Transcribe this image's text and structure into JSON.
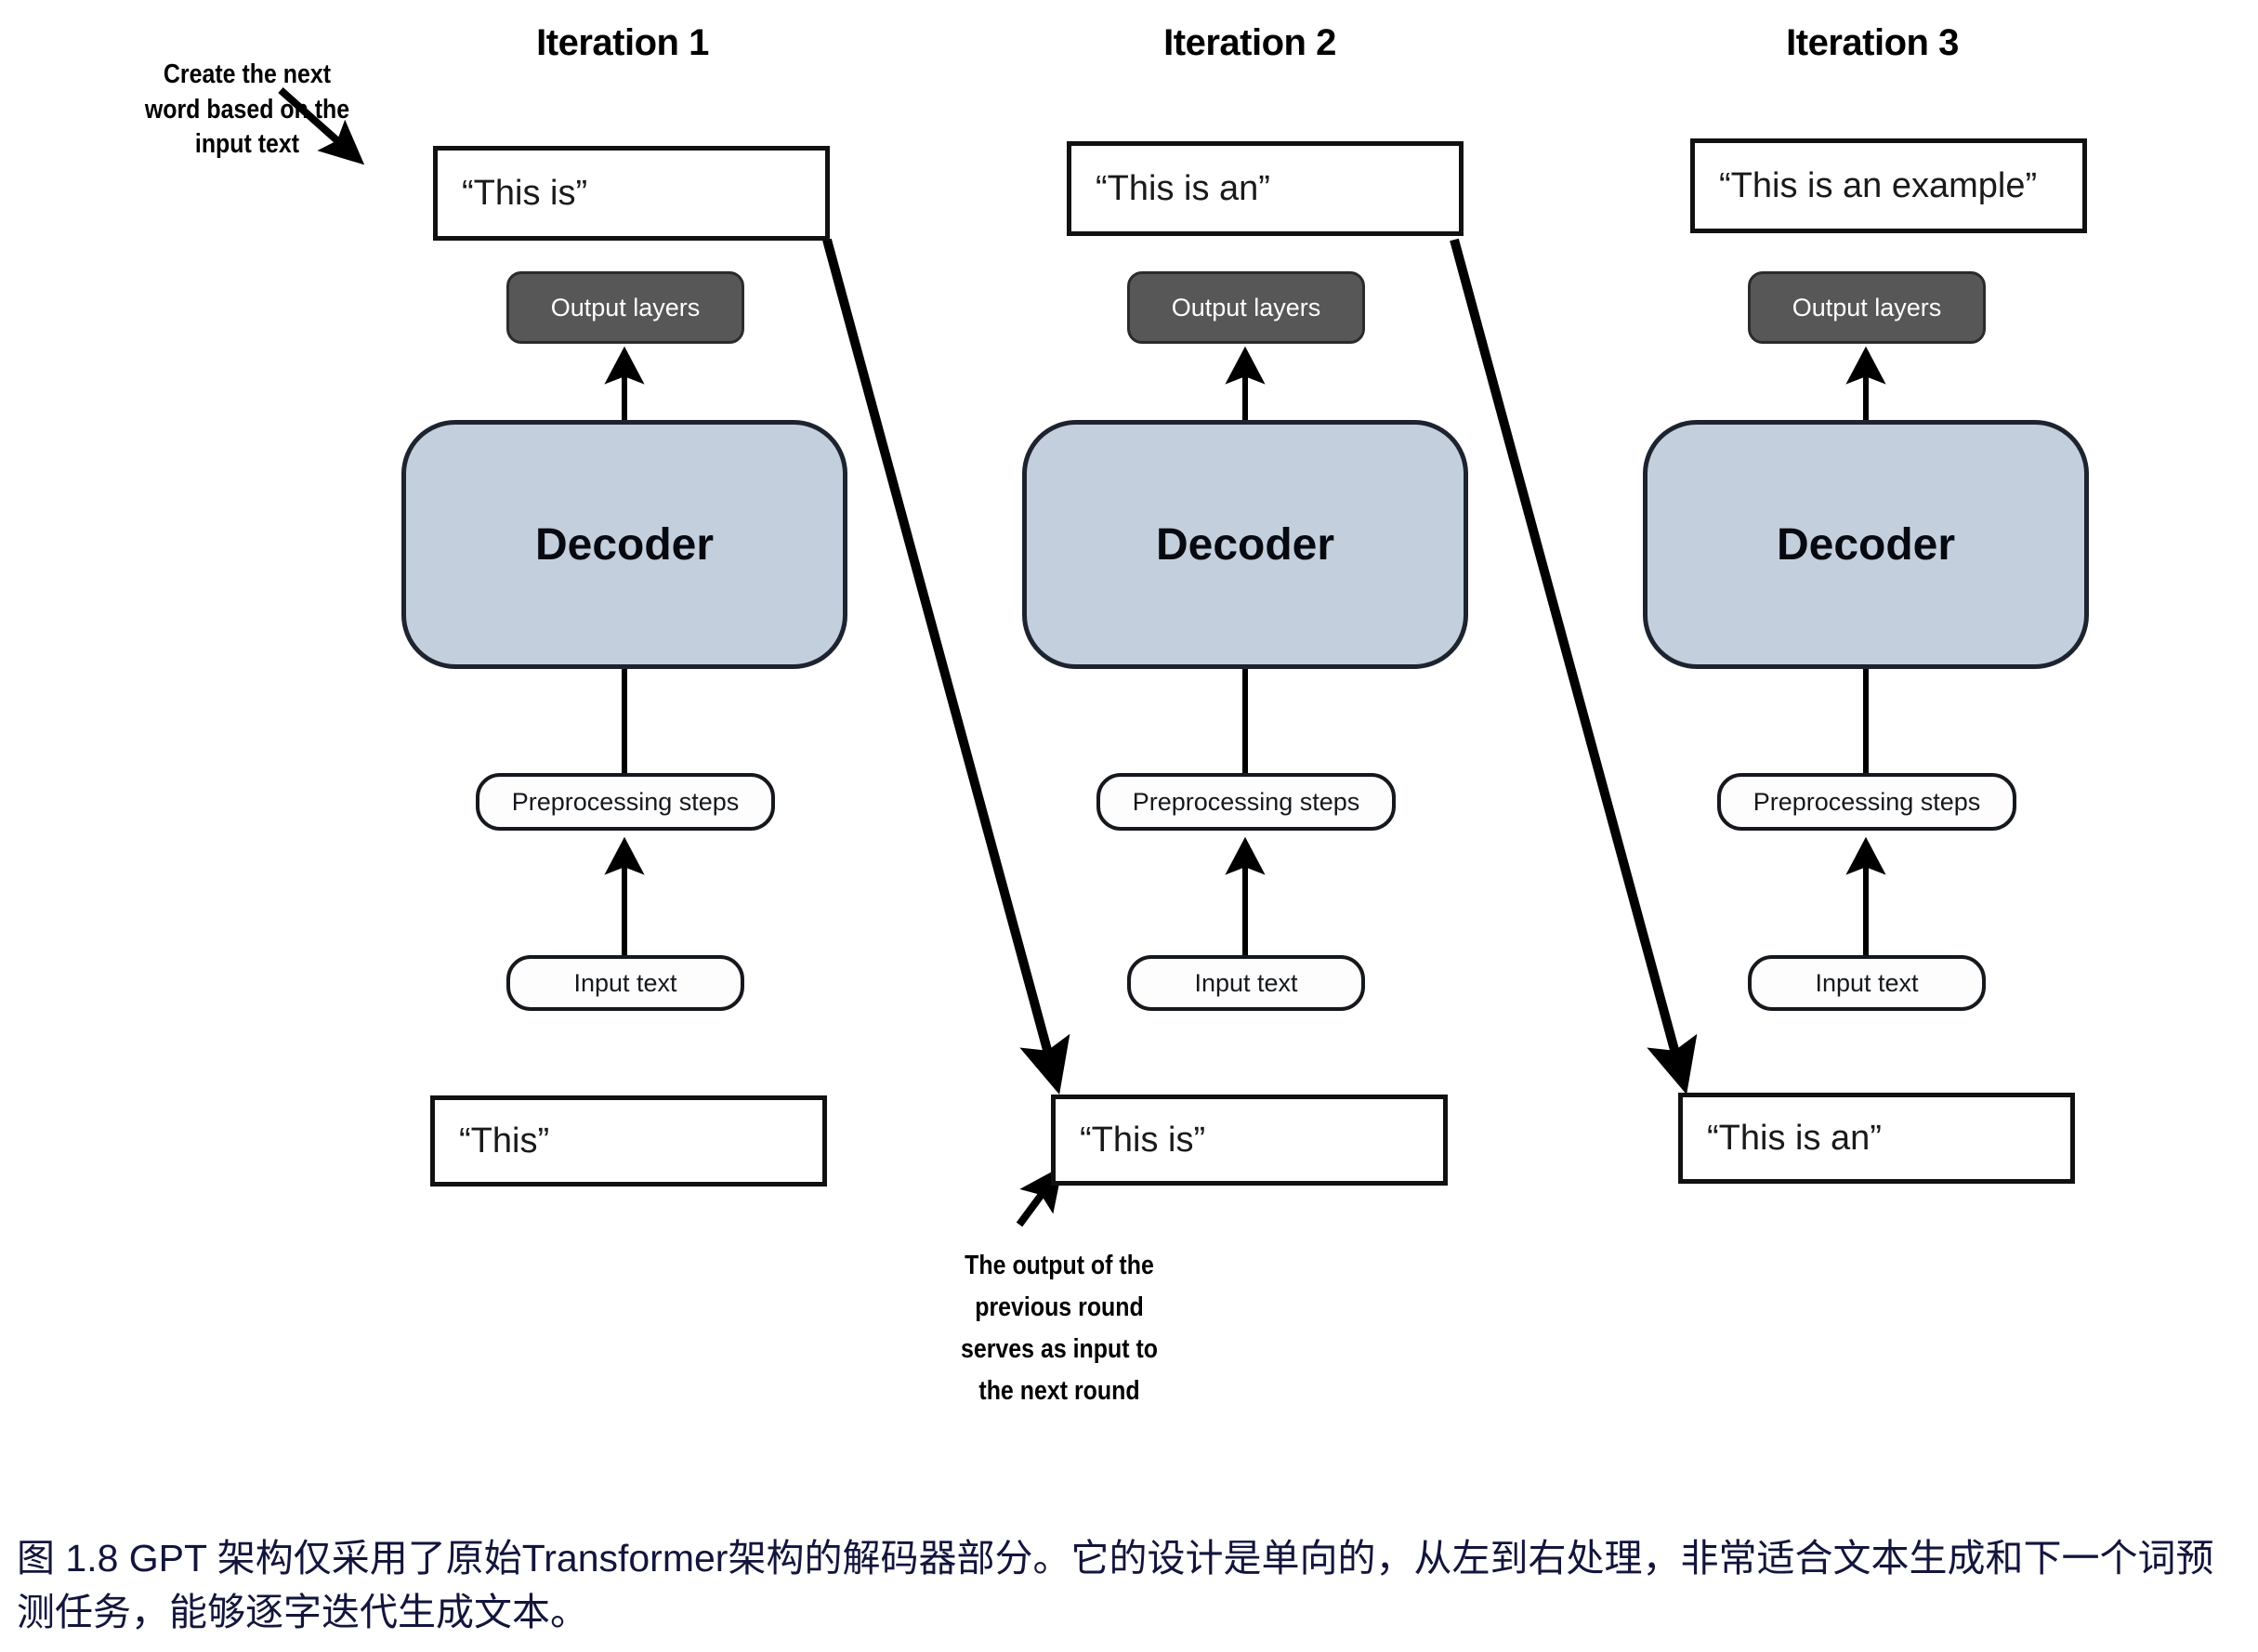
{
  "figure": {
    "caption": "图 1.8  GPT 架构仅采用了原始Transformer架构的解码器部分。它的设计是单向的，从左到右处理，非常适合文本生成和下一个词预测任务，能够逐字迭代生成文本。"
  },
  "annotations": {
    "top_left_note": "Create the next\nword based on the\ninput text",
    "bottom_note": "The output of the\nprevious round\nserves as input to\nthe next round"
  },
  "common_labels": {
    "output_layers": "Output layers",
    "decoder": "Decoder",
    "preprocessing_steps": "Preprocessing steps",
    "input_text": "Input text"
  },
  "colors": {
    "decoder_fill": "#c4cfdd",
    "decoder_stroke": "#1d2430",
    "output_layers_fill": "#575757",
    "box_stroke": "#111111",
    "caption_color": "#13153c",
    "page_background": "#ffffff"
  },
  "columns": [
    {
      "title": "Iteration 1",
      "output_sentence": "“This is”",
      "input_sentence": "“This”",
      "output_layers": "Output layers",
      "decoder": "Decoder",
      "preprocessing_steps": "Preprocessing steps",
      "input_text": "Input text"
    },
    {
      "title": "Iteration 2",
      "output_sentence": "“This is an”",
      "input_sentence": "“This is”",
      "output_layers": "Output layers",
      "decoder": "Decoder",
      "preprocessing_steps": "Preprocessing steps",
      "input_text": "Input text"
    },
    {
      "title": "Iteration 3",
      "output_sentence": "“This is an example”",
      "input_sentence": "“This is an”",
      "output_layers": "Output layers",
      "decoder": "Decoder",
      "preprocessing_steps": "Preprocessing steps",
      "input_text": "Input text"
    }
  ]
}
